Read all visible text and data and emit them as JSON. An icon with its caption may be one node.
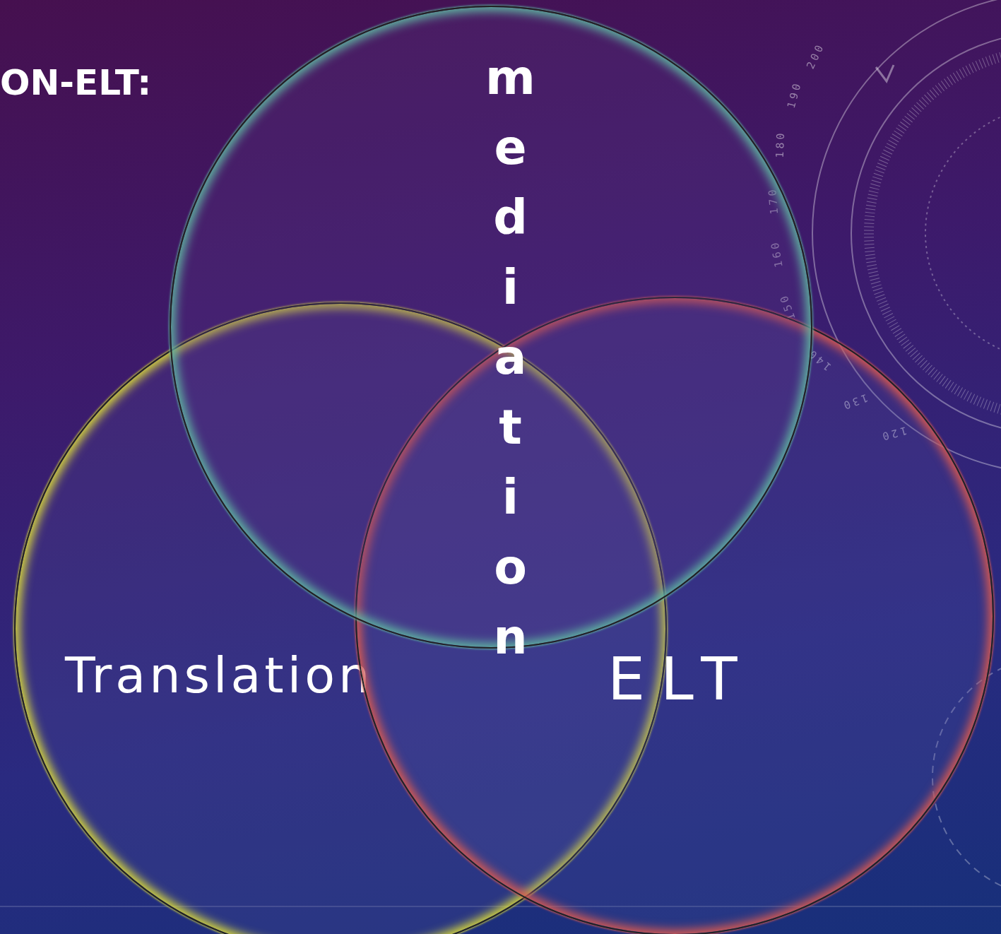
{
  "diagram": {
    "title": "ON-ELT:",
    "nodes": [
      {
        "text": [],
        "shape": "circle"
      },
      {
        "text": [
          "Translation"
        ]
      },
      {
        "text": [
          "ELT"
        ]
      }
    ],
    "labels": [
      "mediation",
      "200",
      "190",
      "180",
      "170",
      "160",
      "150",
      "140",
      "130",
      "120"
    ]
  }
}
